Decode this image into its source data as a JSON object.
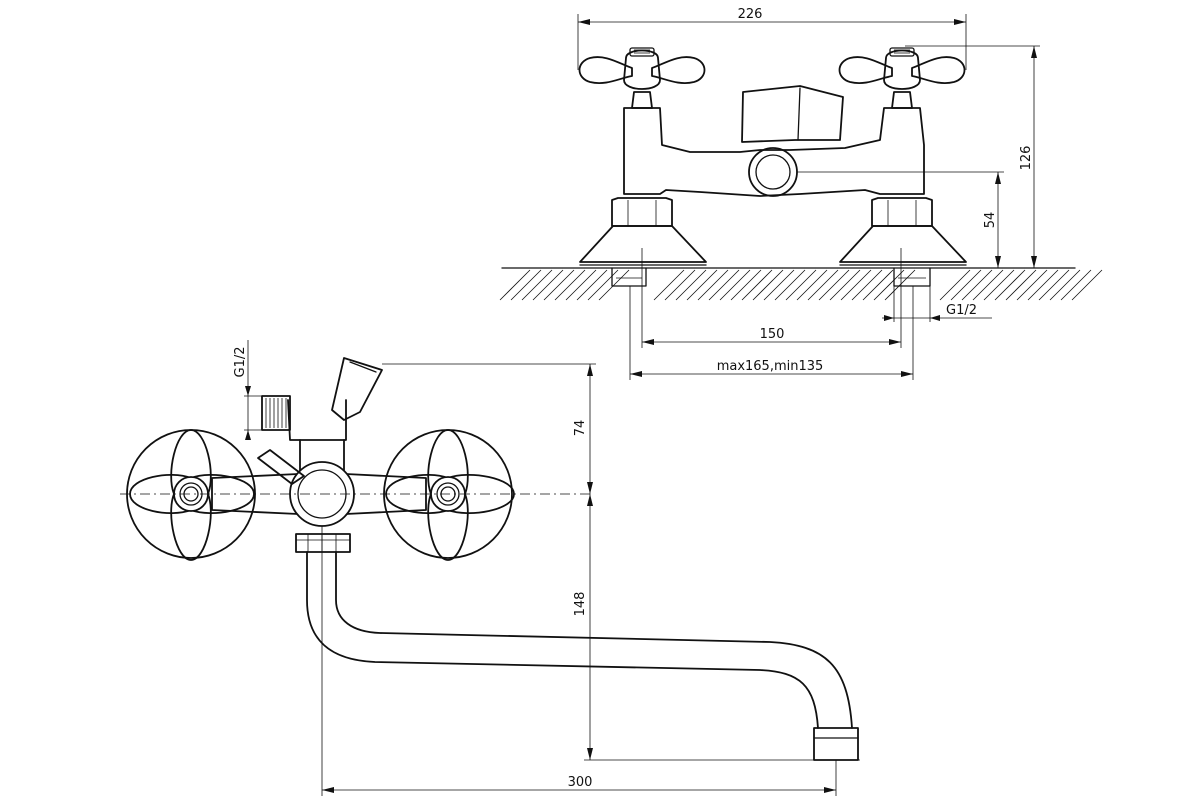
{
  "drawing": {
    "top_view": {
      "dim_width": "226",
      "dim_height": "126",
      "dim_outlet_height": "54",
      "dim_center_distance": "150",
      "dim_adjust_range": "max165,min135",
      "thread": "G1/2"
    },
    "front_view": {
      "thread": "G1/2",
      "dim_upper": "74",
      "dim_lower": "148",
      "dim_spout_length": "300"
    }
  }
}
